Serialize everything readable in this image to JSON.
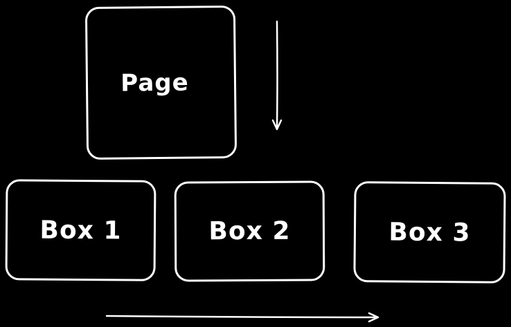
{
  "diagram": {
    "top_node": {
      "label": "Page"
    },
    "boxes": [
      {
        "label": "Box 1"
      },
      {
        "label": "Box 2"
      },
      {
        "label": "Box 3"
      }
    ]
  },
  "colors": {
    "background": "#000000",
    "stroke": "#ffffff",
    "text": "#ffffff"
  }
}
